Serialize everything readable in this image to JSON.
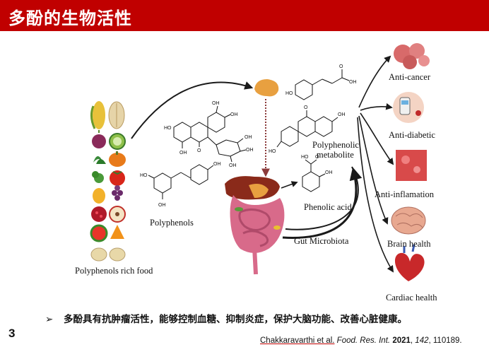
{
  "header": {
    "title": "多酚的生物活性"
  },
  "diagram": {
    "food_label": "Polyphenols rich food",
    "polyphenols_label": "Polyphenols",
    "gut_label": "Gut Microbiota",
    "phenolic_acid_label": "Phenolic acid",
    "metabolite_label_line1": "Polyphenolic",
    "metabolite_label_line2": "metabolite",
    "outcomes": [
      {
        "label": "Anti-cancer"
      },
      {
        "label": "Anti-diabetic"
      },
      {
        "label": "Anti-inflamation"
      },
      {
        "label": "Brain health"
      },
      {
        "label": "Cardiac health"
      }
    ],
    "chem_labels": {
      "oh": "OH",
      "ho": "HO",
      "o": "O"
    }
  },
  "summary": {
    "bullet_marker": "➢",
    "text": "多酚具有抗肿瘤活性，能够控制血糖、抑制炎症，保护大脑功能、改善心脏健康。"
  },
  "footer": {
    "slide_number": "3",
    "citation_authors": "Chakkaravarthi et al.",
    "citation_journal": "Food. Res. Int.",
    "citation_year": "2021",
    "citation_volume": "142",
    "citation_article": "110189."
  },
  "colors": {
    "title_bar": "#c00000",
    "arrow": "#1a1a1a",
    "dotted_arrow": "#8b3a3a"
  }
}
